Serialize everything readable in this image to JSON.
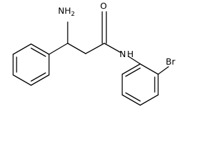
{
  "molecule": {
    "atoms": {
      "amine": {
        "symbol": "H",
        "subscript": "2",
        "prefix": "N"
      },
      "carbonyl_oxygen": "O",
      "amide_nitrogen": "N",
      "amide_hydrogen": "H",
      "bromine": "Br"
    }
  }
}
